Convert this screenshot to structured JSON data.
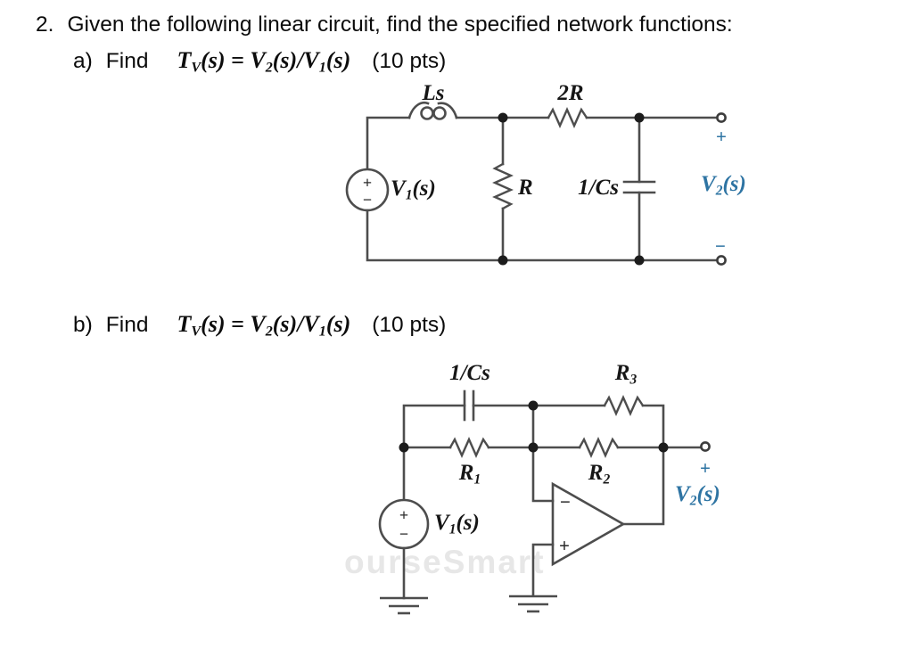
{
  "colors": {
    "wire": "#4d4d4d",
    "text": "#141414",
    "accent_blue": "#2e74a3",
    "watermark": "#e7e7e7"
  },
  "problem": {
    "number": "2.",
    "statement": "Given the following linear circuit, find the specified network functions:",
    "part_a": {
      "prefix": "a)",
      "verb": "Find",
      "points": "(10 pts)",
      "math": {
        "m0": "T",
        "s0": "V",
        "m1": "(s) = V",
        "s1": "2",
        "m2": "(s)/V",
        "s2": "1",
        "m3": "(s)"
      }
    },
    "part_b": {
      "prefix": "b)",
      "verb": "Find",
      "points": "(10 pts)",
      "math": {
        "m0": "T",
        "s0": "V",
        "m1": "(s) = V",
        "s1": "2",
        "m2": "(s)/V",
        "s2": "1",
        "m3": "(s)"
      }
    }
  },
  "circuit_a": {
    "inductor": "Ls",
    "series_resistor": "2R",
    "shunt_resistor": "R",
    "capacitor": "1/Cs",
    "source": {
      "base": "V",
      "sub": "1",
      "rest": "(s)"
    },
    "source_plus": "+",
    "source_minus": "−",
    "output": {
      "base": "V",
      "sub": "2",
      "rest": "(s)"
    },
    "output_plus": "+",
    "output_minus": "−"
  },
  "circuit_b": {
    "capacitor": "1/Cs",
    "r1": {
      "base": "R",
      "sub": "1"
    },
    "r2": {
      "base": "R",
      "sub": "2"
    },
    "r3": {
      "base": "R",
      "sub": "3"
    },
    "source": {
      "base": "V",
      "sub": "1",
      "rest": "(s)"
    },
    "source_plus": "+",
    "source_minus": "−",
    "opamp_minus": "−",
    "opamp_plus": "+",
    "output": {
      "base": "V",
      "sub": "2",
      "rest": "(s)"
    },
    "output_plus": "+"
  },
  "watermark": "ourseSmart"
}
